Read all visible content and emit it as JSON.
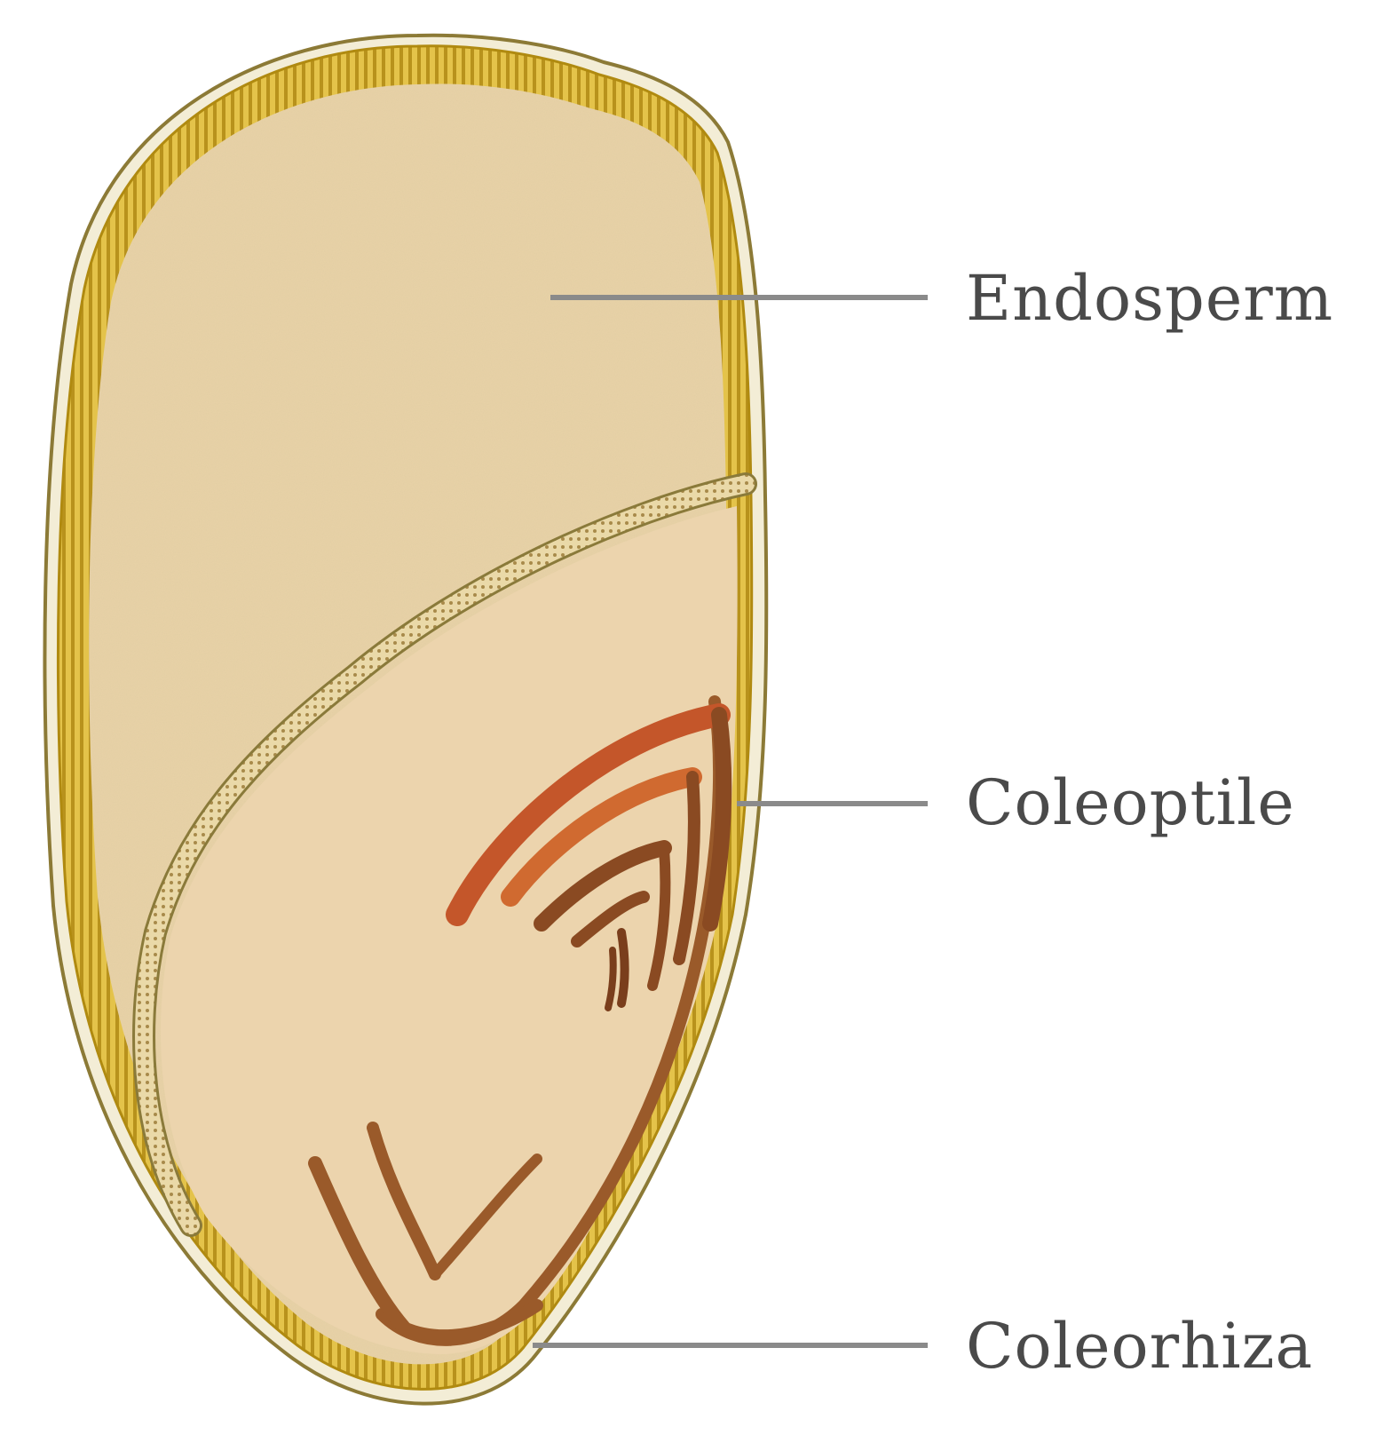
{
  "labels": {
    "endosperm": "Endosperm",
    "coleoptile": "Coleoptile",
    "coleorhiza": "Coleorhiza"
  },
  "colors": {
    "background": "#ffffff",
    "seed_fill": "#e9d3a7",
    "seed_coat": "#d8b01a",
    "coat_dark": "#8c6a1e",
    "embryo_rim": "#b98a3a",
    "coleoptile_orange": "#c4562a",
    "coleoptile_brown": "#8a4a22",
    "leader_line": "#8a8a8a",
    "label_text": "#4a4a4a"
  }
}
